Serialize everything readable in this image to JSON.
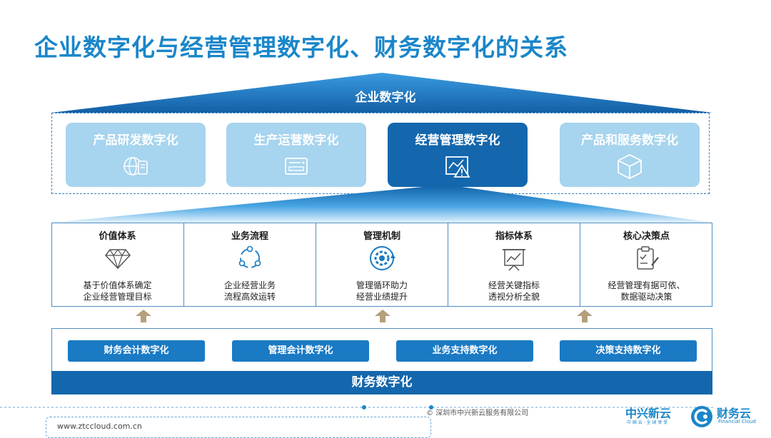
{
  "title": "企业数字化与经营管理数字化、财务数字化的关系",
  "roof_label": "企业数字化",
  "top_cards": [
    {
      "label": "产品研发数字化",
      "icon": "globe-device-icon",
      "active": false
    },
    {
      "label": "生产运营数字化",
      "icon": "control-panel-icon",
      "active": false
    },
    {
      "label": "经营管理数字化",
      "icon": "alert-chart-icon",
      "active": true
    },
    {
      "label": "产品和服务数字化",
      "icon": "cube-icon",
      "active": false
    }
  ],
  "middle": [
    {
      "title": "价值体系",
      "icon": "diamond-icon",
      "desc": [
        "基于价值体系确定",
        "企业经营管理目标"
      ]
    },
    {
      "title": "业务流程",
      "icon": "cycle-icon",
      "desc": [
        "企业经营业务",
        "流程高效运转"
      ]
    },
    {
      "title": "管理机制",
      "icon": "gear-cycle-icon",
      "desc": [
        "管理循环助力",
        "经营业绩提升"
      ]
    },
    {
      "title": "指标体系",
      "icon": "presentation-chart-icon",
      "desc": [
        "经营关键指标",
        "透视分析全貌"
      ]
    },
    {
      "title": "核心决策点",
      "icon": "clipboard-check-icon",
      "desc": [
        "经营管理有据可依、",
        "数据驱动决策"
      ]
    }
  ],
  "bottom_pills": [
    "财务会计数字化",
    "管理会计数字化",
    "业务支持数字化",
    "决策支持数字化"
  ],
  "bottom_label": "财务数字化",
  "footer": {
    "copyright": "© 深圳市中兴新云服务有限公司",
    "url": "www.ztccloud.com.cn",
    "brand_left": "中兴新云",
    "brand_left_sub": "中 国 云 · 全 球 享 受",
    "brand_right": "财务云",
    "brand_right_sub": "Financial Cloud"
  },
  "colors": {
    "accent": "#1a86c9",
    "dark_blue": "#1467ad",
    "light_blue": "#a7d4ee"
  }
}
